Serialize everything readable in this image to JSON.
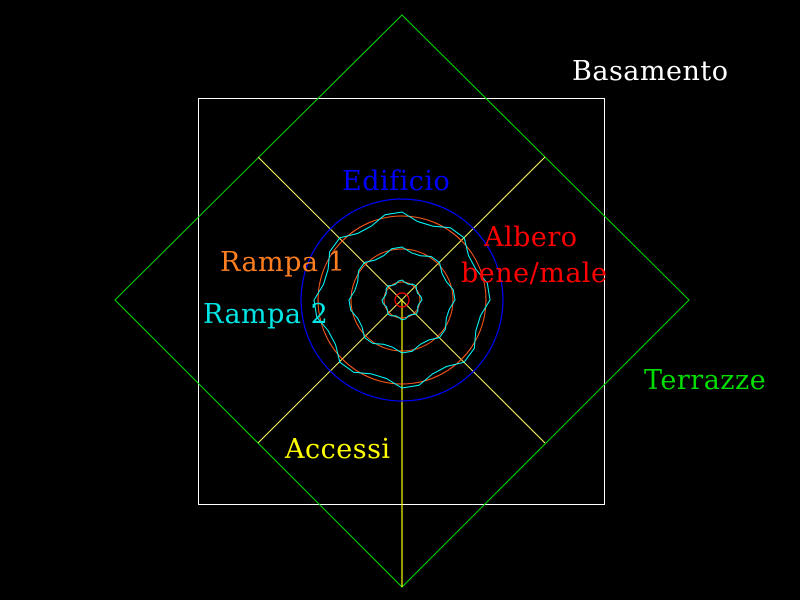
{
  "labels": {
    "basamento": "Basamento",
    "edificio": "Edificio",
    "albero_line1": "Albero",
    "albero_line2": "bene/male",
    "rampa1": "Rampa 1",
    "rampa2": "Rampa 2",
    "terrazze": "Terrazze",
    "accessi": "Accessi"
  },
  "colors": {
    "basamento": "#ffffff",
    "terrazze": "#00dd00",
    "accessi": "#ffff00",
    "edificio": "#0000ff",
    "rampa1": "#ff6a00",
    "rampa2": "#00ffff",
    "albero": "#ff0000"
  }
}
